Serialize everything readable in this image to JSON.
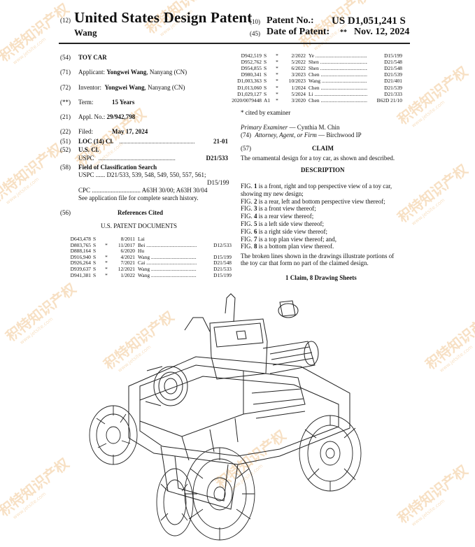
{
  "header": {
    "left_code": "(12)",
    "title": "United States Design Patent",
    "inventor_surname": "Wang",
    "patent_no_code": "(10)",
    "patent_no_label": "Patent No.:",
    "patent_no": "US D1,051,241 S",
    "date_code": "(45)",
    "date_label": "Date of Patent:",
    "date_stars": "**",
    "date_value": "Nov. 12, 2024"
  },
  "left": {
    "f54": {
      "code": "(54)",
      "value": "TOY CAR"
    },
    "f71": {
      "code": "(71)",
      "label": "Applicant:",
      "name": "Yongwei Wang",
      "rest": ", Nanyang (CN)"
    },
    "f72": {
      "code": "(72)",
      "label": "Inventor:",
      "name": "Yongwei Wang",
      "rest": ", Nanyang (CN)"
    },
    "fterm": {
      "code": "(**)",
      "label": "Term:",
      "value": "15 Years"
    },
    "f21": {
      "code": "(21)",
      "label": "Appl. No.:",
      "value": "29/942,798"
    },
    "f22": {
      "code": "(22)",
      "label": "Filed:",
      "value": "May 17, 2024"
    },
    "f51": {
      "code": "(51)",
      "label": "LOC (14) Cl.",
      "dots": "......................................................",
      "value": "21-01"
    },
    "f52": {
      "code": "(52)",
      "label": "U.S. Cl.",
      "sub_label": "USPC",
      "dots": ".......................................................",
      "value": "D21/533"
    },
    "f58": {
      "code": "(58)",
      "label": "Field of Classification Search",
      "line1": "USPC ...... D21/533, 539, 548, 549, 550, 557, 561;",
      "line2": "D15/199",
      "line3": "CPC ............................... A63H 30/00; A63H 30/04",
      "line4": "See application file for complete search history."
    },
    "f56": {
      "code": "(56)",
      "label": "References Cited"
    },
    "us_docs_heading": "U.S. PATENT DOCUMENTS",
    "docs": [
      {
        "num": "D643,478",
        "kind": "S",
        "star": "",
        "date": "8/2011",
        "name": "Lai",
        "cls": ""
      },
      {
        "num": "D803,765",
        "kind": "S",
        "star": "*",
        "date": "11/2017",
        "name": "Bei",
        "cls": "D12/533"
      },
      {
        "num": "D888,164",
        "kind": "S",
        "star": "",
        "date": "6/2020",
        "name": "Hu",
        "cls": ""
      },
      {
        "num": "D916,940",
        "kind": "S",
        "star": "*",
        "date": "4/2021",
        "name": "Wang",
        "cls": "D15/199"
      },
      {
        "num": "D926,264",
        "kind": "S",
        "star": "*",
        "date": "7/2021",
        "name": "Cai",
        "cls": "D21/548"
      },
      {
        "num": "D939,637",
        "kind": "S",
        "star": "*",
        "date": "12/2021",
        "name": "Wang",
        "cls": "D21/533"
      },
      {
        "num": "D941,381",
        "kind": "S",
        "star": "*",
        "date": "1/2022",
        "name": "Wang",
        "cls": "D15/199"
      }
    ]
  },
  "right": {
    "docs": [
      {
        "num": "D942,519",
        "kind": "S",
        "star": "*",
        "date": "2/2022",
        "name": "Ye",
        "cls": "D15/199"
      },
      {
        "num": "D952,762",
        "kind": "S",
        "star": "*",
        "date": "5/2022",
        "name": "Shen",
        "cls": "D21/548"
      },
      {
        "num": "D954,855",
        "kind": "S",
        "star": "*",
        "date": "6/2022",
        "name": "Shen",
        "cls": "D21/548"
      },
      {
        "num": "D980,341",
        "kind": "S",
        "star": "*",
        "date": "3/2023",
        "name": "Chen",
        "cls": "D21/539"
      },
      {
        "num": "D1,003,363",
        "kind": "S",
        "star": "*",
        "date": "10/2023",
        "name": "Wang",
        "cls": "D21/401"
      },
      {
        "num": "D1,013,060",
        "kind": "S",
        "star": "*",
        "date": "1/2024",
        "name": "Chen",
        "cls": "D21/539"
      },
      {
        "num": "D1,029,127",
        "kind": "S",
        "star": "*",
        "date": "5/2024",
        "name": "Li",
        "cls": "D21/333"
      },
      {
        "num": "2020/0079448",
        "kind": "A1",
        "star": "*",
        "date": "3/2020",
        "name": "Chen",
        "cls": "B62D 21/10"
      }
    ],
    "cited_note": "* cited by examiner",
    "examiner_label": "Primary Examiner",
    "examiner_name": "— Cynthia M. Chin",
    "attorney_code": "(74)",
    "attorney_label": "Attorney, Agent, or Firm",
    "attorney_name": "— Birchwood IP",
    "claim_code": "(57)",
    "claim_heading": "CLAIM",
    "claim_text": "The ornamental design for a toy car, as shown and described.",
    "desc_heading": "DESCRIPTION",
    "figs": [
      {
        "label": "FIG. ",
        "num": "1",
        "text": " is a front, right and top perspective view of a toy car,"
      },
      {
        "label": "",
        "num": "",
        "text": "showing my new design;"
      },
      {
        "label": "FIG. ",
        "num": "2",
        "text": " is a rear, left and bottom perspective view thereof;"
      },
      {
        "label": "FIG. ",
        "num": "3",
        "text": " is a front view thereof;"
      },
      {
        "label": "FIG. ",
        "num": "4",
        "text": " is a rear view thereof;"
      },
      {
        "label": "FIG. ",
        "num": "5",
        "text": " is a left side view thereof;"
      },
      {
        "label": "FIG. ",
        "num": "6",
        "text": " is a right side view thereof;"
      },
      {
        "label": "FIG. ",
        "num": "7",
        "text": " is a top plan view thereof; and,"
      },
      {
        "label": "FIG. ",
        "num": "8",
        "text": " is a bottom plan view thereof."
      }
    ],
    "broken_lines_1": "The broken lines shown in the drawings illustrate portions of",
    "broken_lines_2": "the toy car that form no part of the claimed design.",
    "claims_sheets": "1 Claim, 8 Drawing Sheets"
  },
  "watermark": {
    "text": "积特知识产权",
    "url": "www.jetsite.com",
    "color": "#f2c894"
  }
}
